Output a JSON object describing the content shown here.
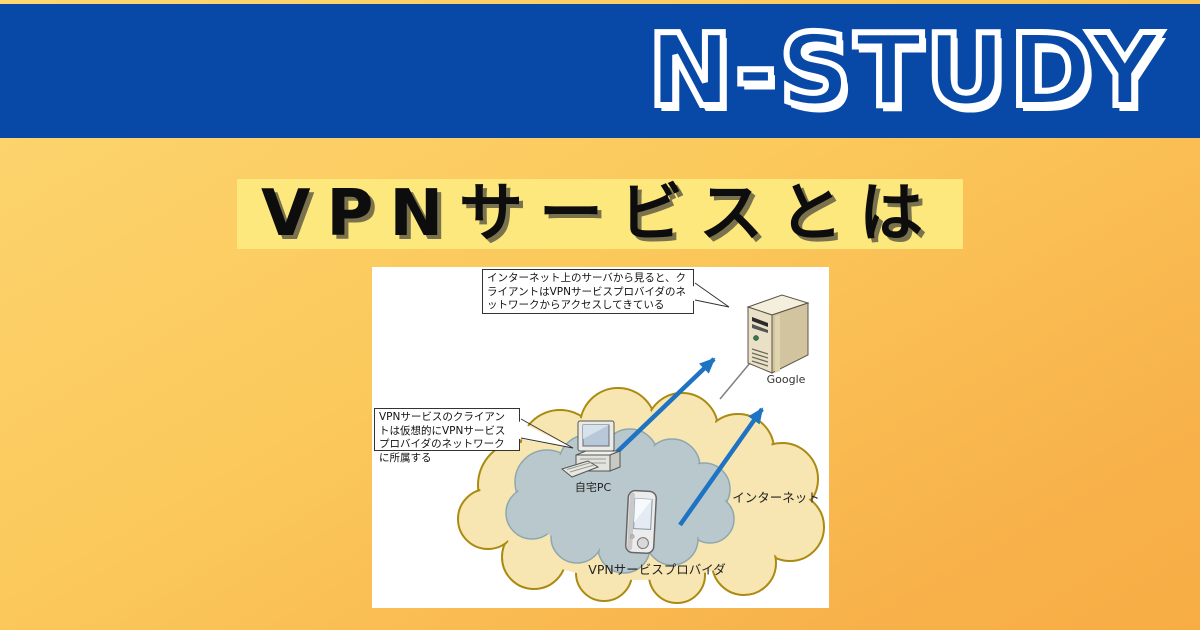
{
  "header": {
    "logo_text": "N-STUDY"
  },
  "title": {
    "text": "VPNサービスとは"
  },
  "diagram": {
    "callout_top_text": "インターネット上のサーバから見ると、クライアントはVPNサービスプロバイダのネットワークからアクセスしてきている",
    "callout_left_text": "VPNサービスのクライアントは仮想的にVPNサービスプロバイダのネットワークに所属する",
    "server_label": "Google",
    "home_pc_label": "自宅PC",
    "provider_cloud_label": "VPNサービスプロバイダ",
    "internet_cloud_label": "インターネット",
    "icons": {
      "server": "server-tower-icon",
      "home_pc": "desktop-pc-icon",
      "mobile_client": "smartphone-icon",
      "internet": "internet-cloud",
      "provider": "vpn-provider-cloud"
    },
    "arrow_count": 2
  },
  "colors": {
    "header_blue": "#0849a8",
    "logo_text": "#ffffff",
    "background_gradient_top": "#fdd672",
    "background_gradient_bottom": "#f7ad43",
    "title_highlight": "#fce87d",
    "title_text": "#0d0d0d",
    "panel_background": "#ffffff",
    "arrow_blue": "#1e74c2",
    "internet_cloud_fill": "#f8e6b2",
    "internet_cloud_stroke": "#aa8a10",
    "provider_cloud_fill": "#b9c8cd",
    "provider_cloud_stroke": "#8ea7ae"
  }
}
